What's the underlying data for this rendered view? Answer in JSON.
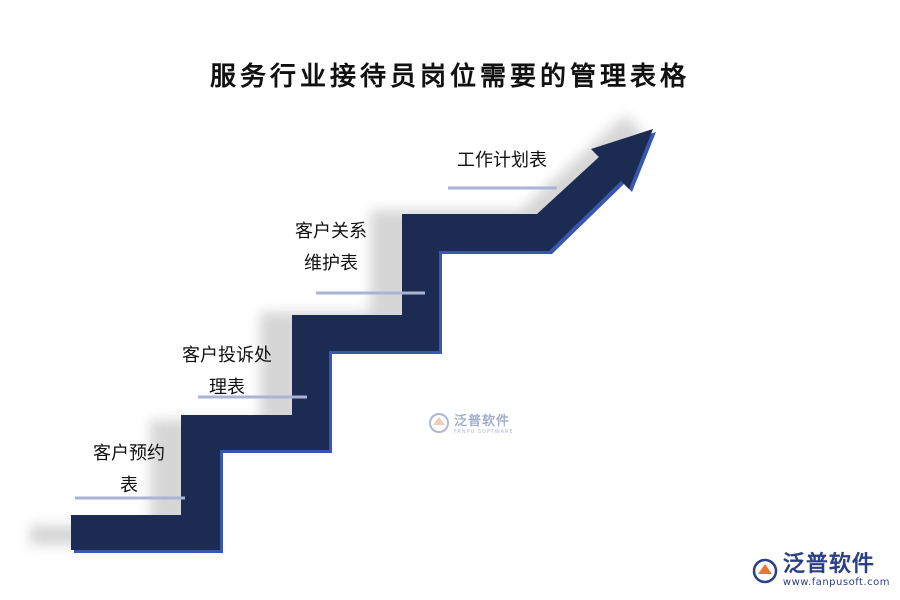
{
  "title": "服务行业接待员岗位需要的管理表格",
  "steps": [
    {
      "lines": [
        "客户预约",
        "表"
      ]
    },
    {
      "lines": [
        "客户投诉处",
        "理表"
      ]
    },
    {
      "lines": [
        "客户关系",
        "维护表"
      ]
    },
    {
      "lines": [
        "工作计划表"
      ]
    }
  ],
  "watermark": {
    "name": "泛普软件",
    "sub_center": "FANPU SOFTWARE",
    "sub_corner": "www.fanpusoft.com"
  },
  "colors": {
    "stair": "#1c2b52",
    "stair_edge": "#3654a8",
    "underline": "#aab4d4",
    "shadow": "#c8c8c8"
  }
}
